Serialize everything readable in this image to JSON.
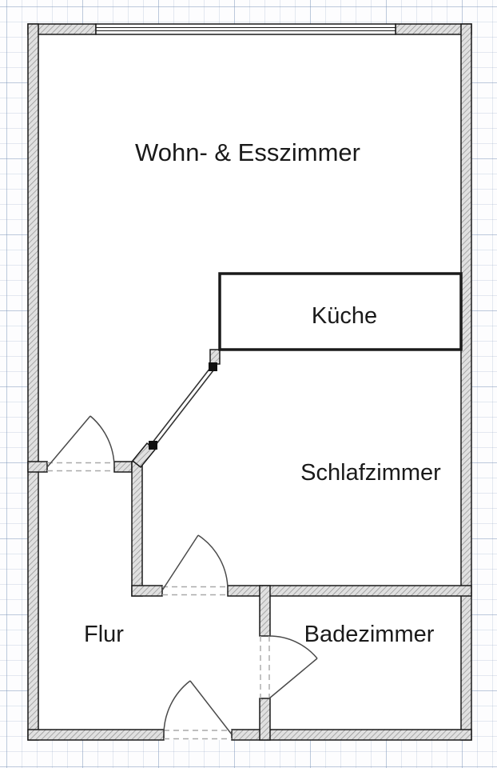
{
  "plan": {
    "rooms": [
      {
        "id": "living",
        "label": "Wohn- & Esszimmer"
      },
      {
        "id": "kitchen",
        "label": "Küche"
      },
      {
        "id": "bedroom",
        "label": "Schlafzimmer"
      },
      {
        "id": "hall",
        "label": "Flur"
      },
      {
        "id": "bath",
        "label": "Badezimmer"
      }
    ],
    "colors": {
      "wall_fill": "#e0e0e0",
      "wall_hatch_line": "#8f8f8f",
      "wall_outline": "#1a1a1a",
      "room_fill": "#ffffff",
      "paper": "#fdfdfe",
      "grid_line": "#c7d4e3",
      "door_line": "#4a4a4a",
      "threshold_dash": "#a9a9a9"
    }
  }
}
